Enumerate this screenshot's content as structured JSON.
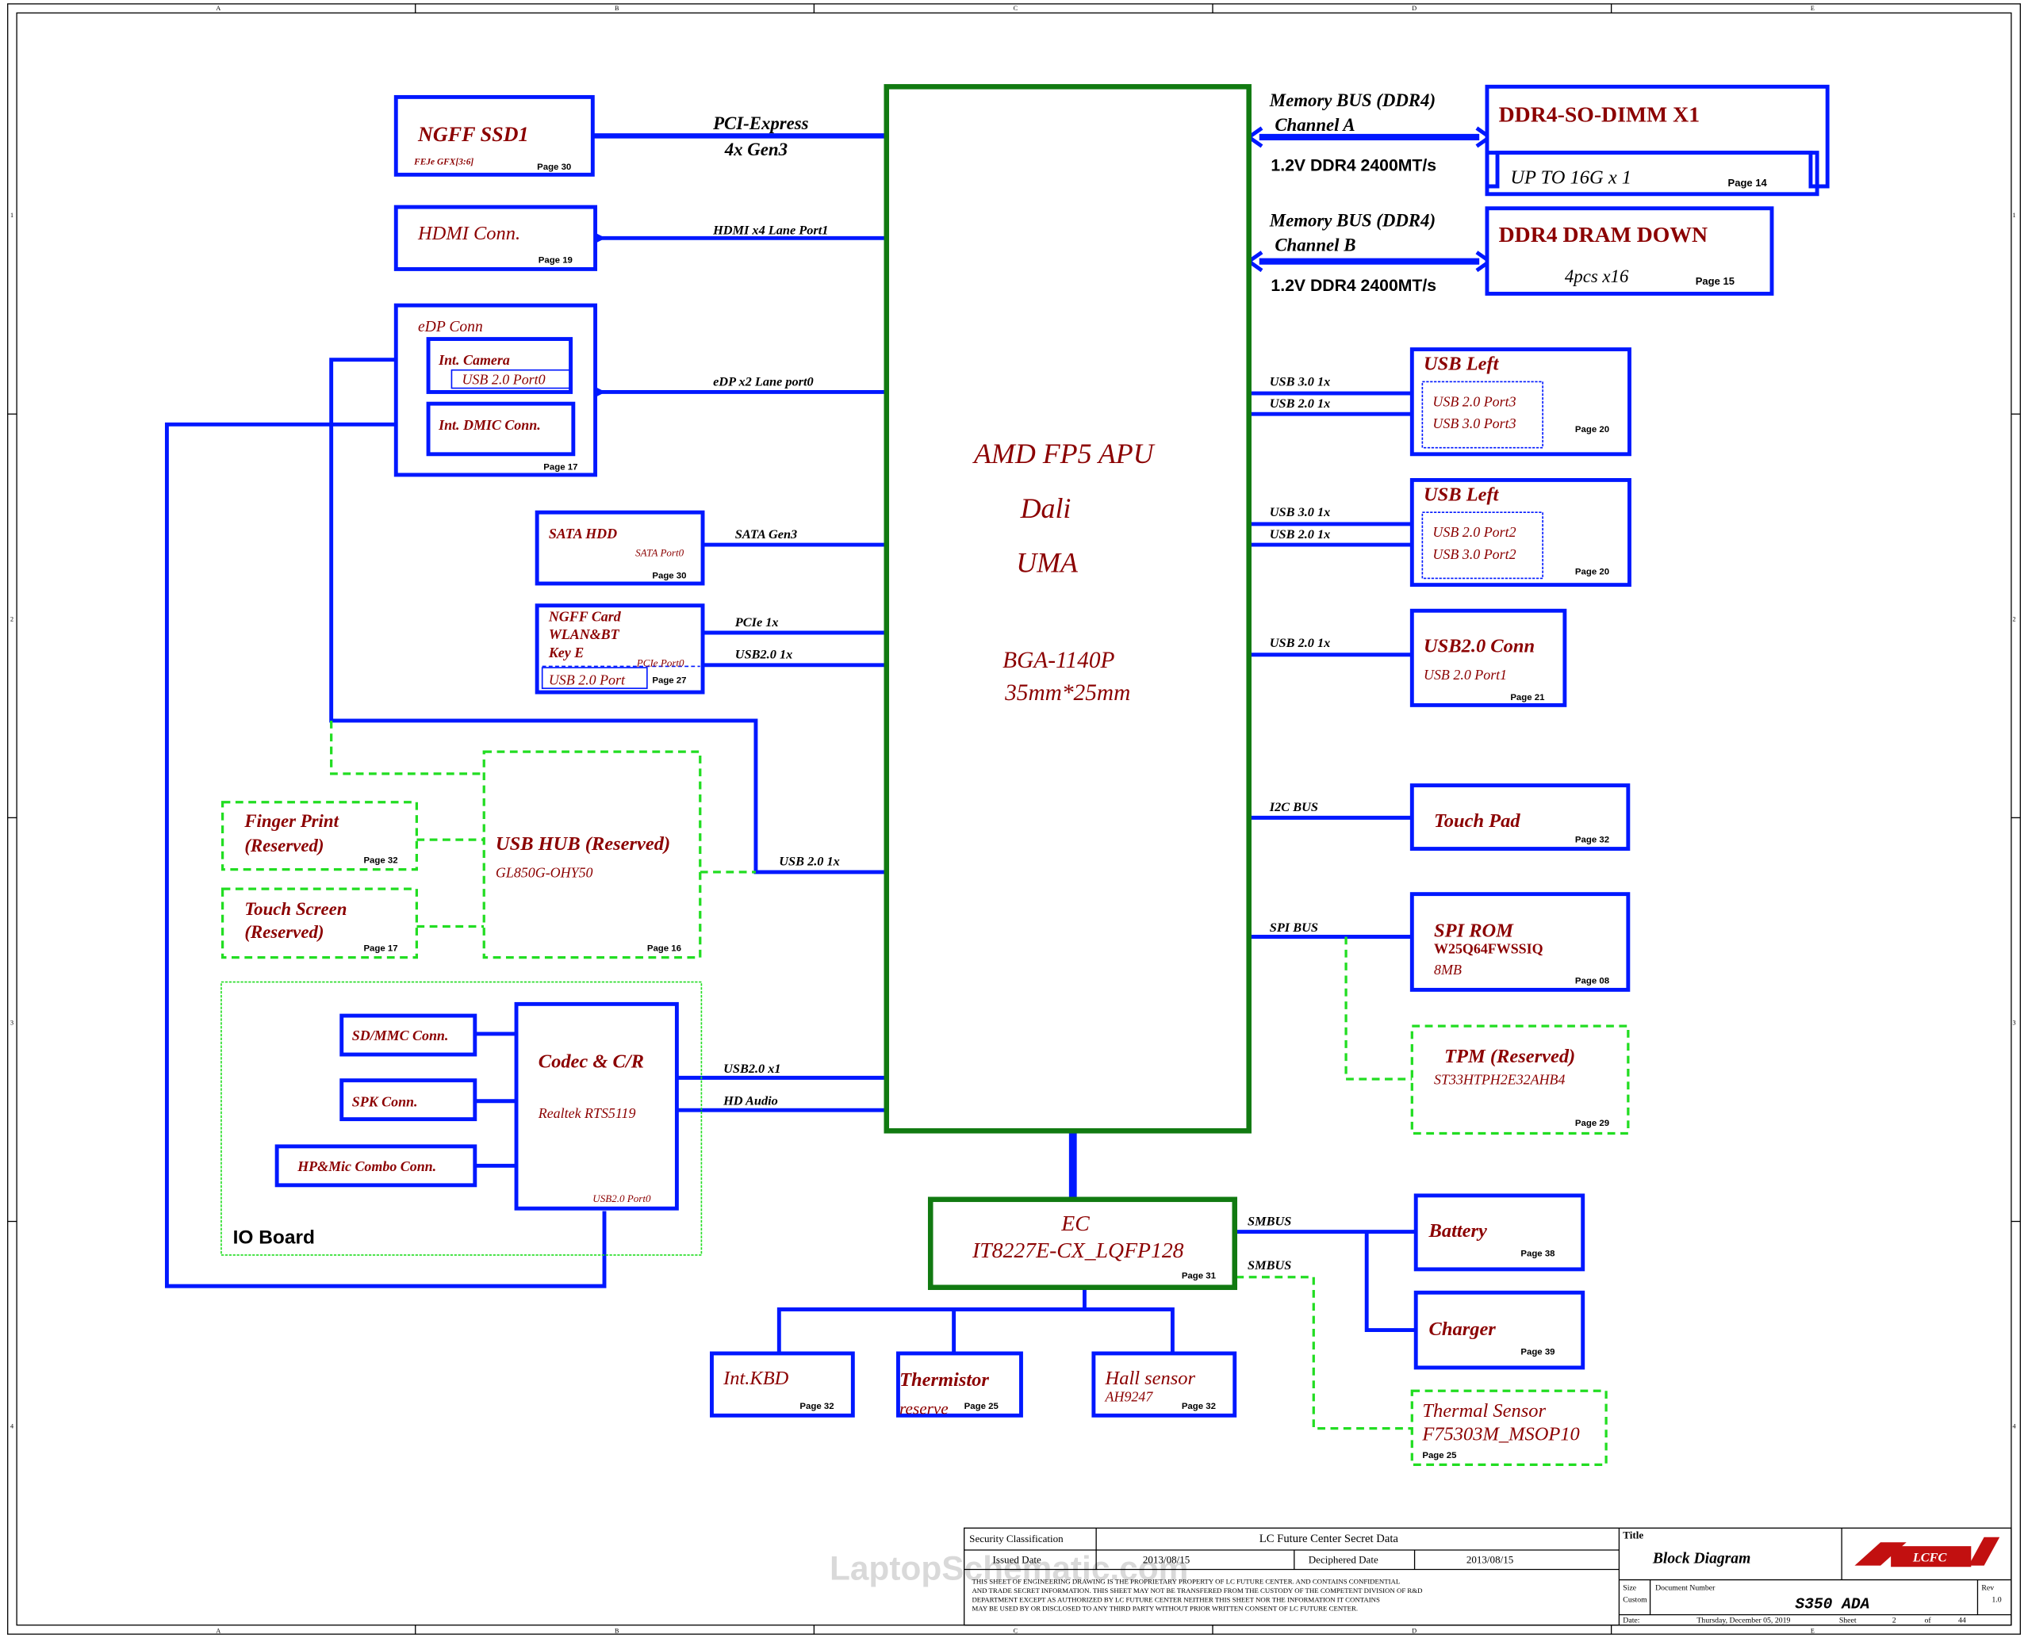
{
  "colors": {
    "wire": "#0018ff",
    "block_border": "#0018ff",
    "apu_border": "#117a11",
    "reserved": "#22dd22",
    "block_text": "#8b0000",
    "label_text": "#000000"
  },
  "frame": {
    "cols": [
      "A",
      "B",
      "C",
      "D",
      "E"
    ],
    "rows": [
      "1",
      "2",
      "3",
      "4"
    ]
  },
  "apu": {
    "line1": "AMD FP5 APU",
    "line2": "Dali",
    "line3": "UMA",
    "line4": "BGA-1140P",
    "line5": "35mm*25mm"
  },
  "ec": {
    "line1": "EC",
    "line2": "IT8227E-CX_LQFP128",
    "page": "Page 31"
  },
  "blocks": {
    "ssd": {
      "title": "NGFF   SSD1",
      "sub": "FEJe  GFX[3:6]",
      "page": "Page 30"
    },
    "hdmi": {
      "title": "HDMI Conn.",
      "page": "Page 19"
    },
    "edp": {
      "title": "eDP Conn",
      "cam": "Int. Camera",
      "cam_sub": "USB 2.0 Port0",
      "dmic": "Int. DMIC Conn.",
      "page": "Page 17"
    },
    "sata": {
      "title": "SATA HDD",
      "sub": "SATA Port0",
      "page": "Page 30"
    },
    "wlan": {
      "l1": "NGFF Card",
      "l2": "WLAN&BT",
      "l3": "Key E",
      "pcie": "PCIe  Port0",
      "usb": "USB 2.0 Port",
      "page": "Page 27"
    },
    "hub": {
      "title": "USB HUB (Reserved)",
      "sub": "GL850G-OHY50",
      "page": "Page 16"
    },
    "finger": {
      "l1": "Finger Print",
      "l2": "(Reserved)",
      "page": "Page 32"
    },
    "tscreen": {
      "l1": "Touch Screen",
      "l2": "(Reserved)",
      "page": "Page 17"
    },
    "codec": {
      "title": "Codec & C/R",
      "sub": "Realtek RTS5119",
      "port": "USB2.0 Port0"
    },
    "sdmmc": {
      "title": "SD/MMC Conn."
    },
    "spk": {
      "title": "SPK Conn."
    },
    "hpmic": {
      "title": "HP&Mic Combo Conn."
    },
    "ioboard": {
      "title": "IO Board"
    },
    "dimm": {
      "title": "DDR4-SO-DIMM X1",
      "sub": "UP TO 16G x 1",
      "page": "Page 14"
    },
    "dramdown": {
      "title": "DDR4 DRAM DOWN",
      "sub": "4pcs x16",
      "page": "Page 15"
    },
    "usbl1": {
      "title": "USB Left",
      "p1": "USB 2.0 Port3",
      "p2": "USB 3.0 Port3",
      "page": "Page 20"
    },
    "usbl2": {
      "title": "USB Left",
      "p1": "USB 2.0 Port2",
      "p2": "USB 3.0 Port2",
      "page": "Page 20"
    },
    "usbconn": {
      "title": "USB2.0 Conn",
      "sub": "USB 2.0 Port1",
      "page": "Page 21"
    },
    "touchpad": {
      "title": "Touch Pad",
      "page": "Page 32"
    },
    "spirom": {
      "title": "SPI ROM",
      "sub1": "W25Q64FWSSIQ",
      "sub2": "8MB",
      "page": "Page 08"
    },
    "tpm": {
      "title": "TPM (Reserved)",
      "sub": "ST33HTPH2E32AHB4",
      "page": "Page 29"
    },
    "kbd": {
      "title": "Int.KBD",
      "page": "Page 32"
    },
    "thermistor": {
      "title": "Thermistor",
      "sub": "reserve",
      "page": "Page 25"
    },
    "hall": {
      "title": "Hall sensor",
      "sub": "AH9247",
      "page": "Page 32"
    },
    "battery": {
      "title": "Battery",
      "page": "Page 38"
    },
    "charger": {
      "title": "Charger",
      "page": "Page 39"
    },
    "thermal": {
      "l1": "Thermal Sensor",
      "l2": "F75303M_MSOP10",
      "page": "Page 25"
    }
  },
  "bus_labels": {
    "pcie_a": "PCI-Express",
    "pcie_b": "4x Gen3",
    "hdmi": "HDMI x4 Lane Port1",
    "edp": "eDP x2 Lane port0",
    "sata": "SATA Gen3",
    "pcie1x": "PCIe 1x",
    "usb20_wlan": "USB2.0 1x",
    "usb20_hub": "USB 2.0 1x",
    "usb20_codec": "USB2.0 x1",
    "hda": "HD Audio",
    "mema1": "Memory BUS (DDR4)",
    "mema2": "Channel A",
    "mema3": "1.2V DDR4 2400MT/s",
    "memb1": "Memory BUS (DDR4)",
    "memb2": "Channel B",
    "memb3": "1.2V DDR4 2400MT/s",
    "u30a": "USB 3.0 1x",
    "u20a": "USB 2.0 1x",
    "u30b": "USB 3.0 1x",
    "u20b": "USB 2.0 1x",
    "u20c": "USB 2.0 1x",
    "i2c": "I2C BUS",
    "spi": "SPI BUS",
    "smbus1": "SMBUS",
    "smbus2": "SMBUS"
  },
  "title_block": {
    "security": "Security Classification",
    "secret": "LC Future Center Secret Data",
    "issued_label": "Issued Date",
    "issued": "2013/08/15",
    "deciphered_label": "Deciphered Date",
    "deciphered": "2013/08/15",
    "notice1": "THIS SHEET OF ENGINEERING DRAWING IS THE PROPRIETARY PROPERTY OF  LC FUTURE CENTER. AND CONTAINS CONFIDENTIAL",
    "notice2": "AND TRADE SECRET INFORMATION. THIS SHEET MAY NOT BE TRANSFERED FROM THE CUSTODY OF THE COMPETENT DIVISION OF R&D",
    "notice3": "DEPARTMENT EXCEPT AS AUTHORIZED BY LC FUTURE CENTER NEITHER THIS SHEET NOR THE INFORMATION IT CONTAINS",
    "notice4": "MAY BE USED BY OR DISCLOSED TO ANY THIRD PARTY WITHOUT PRIOR WRITTEN CONSENT OF  LC FUTURE CENTER.",
    "title_label": "Title",
    "title": "Block Diagram",
    "size_label": "Size",
    "size": "Custom",
    "docnum_label": "Document Number",
    "docnum": "S350 ADA",
    "rev_label": "Rev",
    "rev": "1.0",
    "date_label": "Date:",
    "date": "Thursday, December 05, 2019",
    "sheet_label": "Sheet",
    "sheet": "2",
    "of_label": "of",
    "total": "44",
    "logo": "LCFC"
  },
  "watermark": "LaptopSchematic.com"
}
